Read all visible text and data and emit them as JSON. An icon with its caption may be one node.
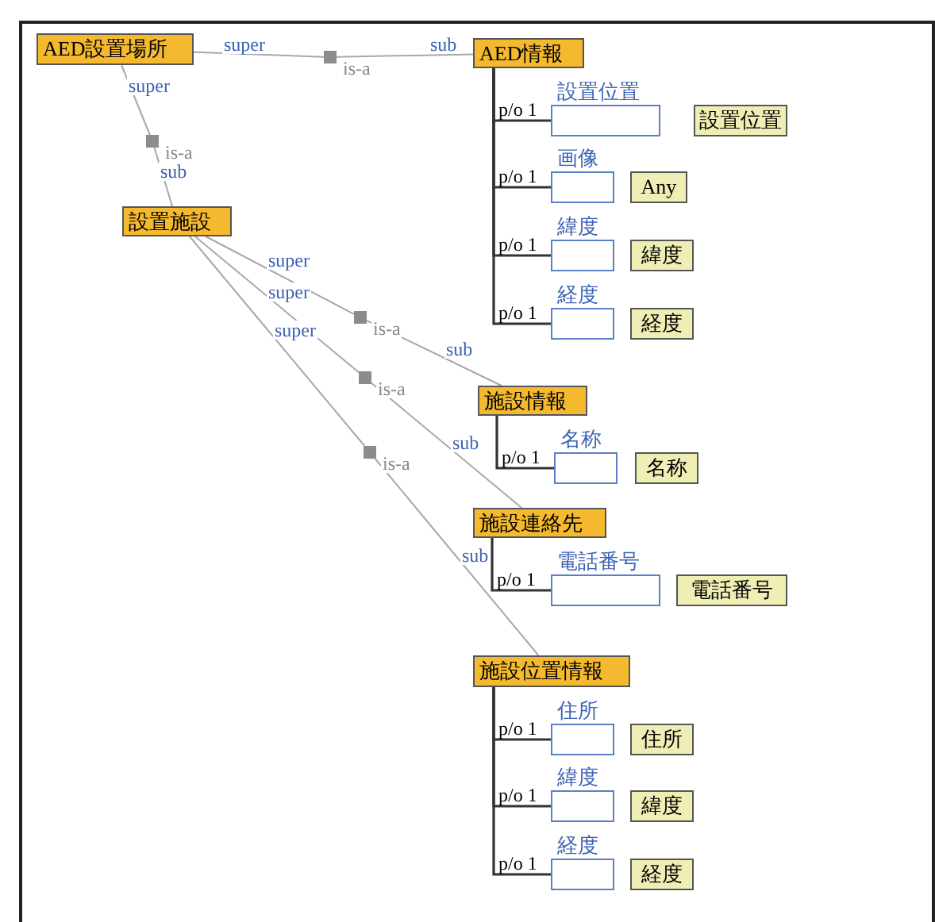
{
  "diagram": {
    "nodes": [
      {
        "text": [
          "AED設置場所"
        ]
      },
      {
        "text": [],
        "shape": "box",
        "beside": [
          "is-a"
        ]
      },
      {
        "text": [
          "AED情報"
        ]
      },
      {
        "text": [
          "設置位置"
        ]
      },
      {
        "text": [
          "設置位置"
        ]
      },
      {
        "text": [
          "画像"
        ]
      },
      {
        "text": [
          "Any"
        ]
      },
      {
        "text": [
          "緯度"
        ]
      },
      {
        "text": [
          "緯度"
        ]
      },
      {
        "text": [
          "経度"
        ]
      },
      {
        "text": [
          "経度"
        ]
      },
      {
        "text": [],
        "shape": "box",
        "beside": [
          "is-a"
        ]
      },
      {
        "text": [
          "設置施設"
        ]
      },
      {
        "text": [],
        "shape": "box",
        "beside": [
          "is-a"
        ]
      },
      {
        "text": [],
        "shape": "box",
        "beside": [
          "is-a"
        ]
      },
      {
        "text": [],
        "shape": "box",
        "beside": [
          "is-a"
        ]
      },
      {
        "text": [
          "施設情報"
        ]
      },
      {
        "text": [
          "名称"
        ]
      },
      {
        "text": [
          "名称"
        ]
      },
      {
        "text": [
          "施設連絡先"
        ]
      },
      {
        "text": [
          "電話番号"
        ]
      },
      {
        "text": [
          "電話番号"
        ]
      },
      {
        "text": [
          "施設位置情報"
        ]
      },
      {
        "text": [
          "住所"
        ]
      },
      {
        "text": [
          "住所"
        ]
      },
      {
        "text": [
          "緯度"
        ]
      },
      {
        "text": [
          "緯度"
        ]
      },
      {
        "text": [
          "経度"
        ]
      },
      {
        "text": [
          "経度"
        ]
      }
    ],
    "edges": [
      {
        "from": 0,
        "to": 1,
        "arrow": "none",
        "label": "super"
      },
      {
        "from": 1,
        "to": 2,
        "arrow": "none",
        "label": "sub"
      },
      {
        "from": 0,
        "to": 11,
        "arrow": "none",
        "label": "super"
      },
      {
        "from": 11,
        "to": 12,
        "arrow": "none",
        "label": "sub"
      },
      {
        "from": 12,
        "to": 13,
        "arrow": "none",
        "label": "super"
      },
      {
        "from": 13,
        "to": 16,
        "arrow": "none",
        "label": "sub"
      },
      {
        "from": 12,
        "to": 14,
        "arrow": "none",
        "label": "super"
      },
      {
        "from": 14,
        "to": 19,
        "arrow": "none",
        "label": "sub"
      },
      {
        "from": 12,
        "to": 15,
        "arrow": "none",
        "label": "super"
      },
      {
        "from": 15,
        "to": 22,
        "arrow": "none",
        "label": "sub"
      },
      {
        "from": 2,
        "to": 3,
        "arrow": "none",
        "label": "p/o 1",
        "color": "#333333"
      },
      {
        "from": 2,
        "to": 5,
        "arrow": "none",
        "label": "p/o 1",
        "color": "#333333"
      },
      {
        "from": 2,
        "to": 7,
        "arrow": "none",
        "label": "p/o 1",
        "color": "#333333"
      },
      {
        "from": 2,
        "to": 9,
        "arrow": "none",
        "label": "p/o 1",
        "color": "#333333"
      },
      {
        "from": 16,
        "to": 17,
        "arrow": "none",
        "label": "p/o 1",
        "color": "#333333"
      },
      {
        "from": 19,
        "to": 20,
        "arrow": "none",
        "label": "p/o 1",
        "color": "#333333"
      },
      {
        "from": 22,
        "to": 23,
        "arrow": "none",
        "label": "p/o 1",
        "color": "#333333"
      },
      {
        "from": 22,
        "to": 25,
        "arrow": "none",
        "label": "p/o 1",
        "color": "#333333"
      },
      {
        "from": 22,
        "to": 27,
        "arrow": "none",
        "label": "p/o 1",
        "color": "#333333"
      }
    ]
  }
}
